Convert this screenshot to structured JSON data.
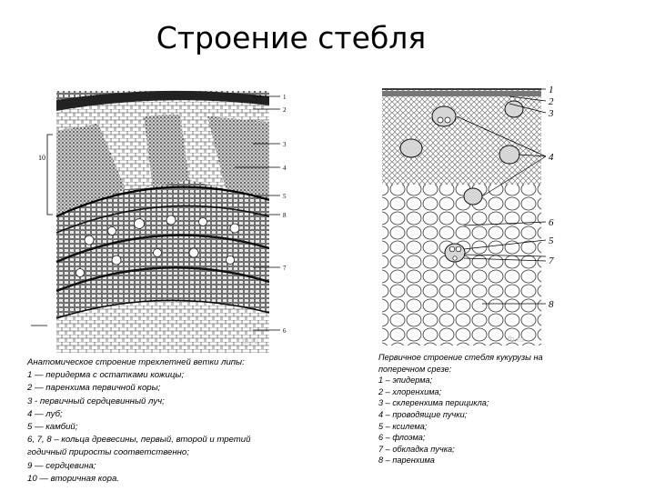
{
  "slide": {
    "title": "Строение стебля"
  },
  "left_figure": {
    "labels": [
      "1",
      "2",
      "3",
      "4",
      "5",
      "8",
      "7",
      "6"
    ],
    "side_label": "10",
    "caption_lines": [
      "Анатомическое строение трехлетней ветки липы:",
      "1 — перидерма с остатками кожицы;",
      "2 — паренхима первичной коры;",
      "3 - первичный сердцевинный луч;",
      "4 — луб;",
      "5 — камбий;",
      "6, 7, 8 – кольца древесины, первый, второй и третий",
      "годичный приросты соответственно;",
      "9 — сердцевина;",
      "10 — вторичная кора."
    ],
    "watermark": "fb.ru"
  },
  "right_figure": {
    "labels": [
      "1",
      "2",
      "3",
      "4",
      "6",
      "5",
      "7",
      "8"
    ],
    "caption_lines": [
      "Первичное строение стебля кукурузы на",
      "поперечном срезе:",
      "1 – эпидерма;",
      "2 – хлоренхима;",
      "3 – склеренхима перицикла;",
      "4 – проводящие пучки;",
      "5 – ксилема;",
      "6 – флоэма;",
      "7 – обкладка пучка;",
      "8 – паренхима"
    ],
    "watermark": "fb.ru"
  }
}
